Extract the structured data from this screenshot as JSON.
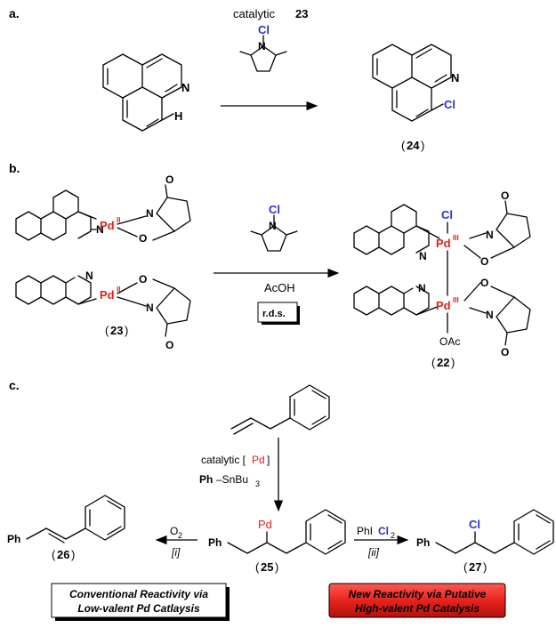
{
  "panels": {
    "a": {
      "label": "a.",
      "catalyst_label": "catalytic",
      "catalyst_number": "23",
      "reagent_atom": "Cl",
      "reagent_n": "N",
      "sm_n": "N",
      "sm_h": "H",
      "product_n": "N",
      "product_cl": "Cl",
      "product_number": "24"
    },
    "b": {
      "label": "b.",
      "reagent_atom": "Cl",
      "reagent_n": "N",
      "conditions": "AcOH",
      "rds": "r.d.s.",
      "left": {
        "number": "23",
        "pd": "Pd",
        "pd_ox": "II",
        "n": "N",
        "o": "O"
      },
      "right": {
        "number": "22",
        "pd": "Pd",
        "pd_ox": "III",
        "n": "N",
        "o": "O",
        "cl": "Cl",
        "oac": "OAc"
      }
    },
    "c": {
      "label": "c.",
      "catalyst_text": "catalytic [",
      "catalyst_pd": "Pd",
      "catalyst_close": "]",
      "reagent_ph": "Ph",
      "reagent_rest": "–SnBu",
      "reagent_sub": "3",
      "ph_label": "Ph",
      "pd_label": "Pd",
      "cl_label": "Cl",
      "left_reagent": "O",
      "left_reagent_sub": "2",
      "left_condition": "[i]",
      "right_reagent_a": "PhI",
      "right_reagent_b": "Cl",
      "right_reagent_sub": "2",
      "right_condition": "[ii]",
      "number_25": "25",
      "number_26": "26",
      "number_27": "27",
      "box_left_line1": "Conventional Reactivity via",
      "box_left_line2": "Low-valent Pd Catlaysis",
      "box_right_line1": "New Reactivity via Putative",
      "box_right_line2": "High-valent Pd Catalysis"
    }
  },
  "colors": {
    "pd_red": "#e0201b",
    "cl_blue": "#2f2fd0",
    "box_red": "#e8231e"
  }
}
